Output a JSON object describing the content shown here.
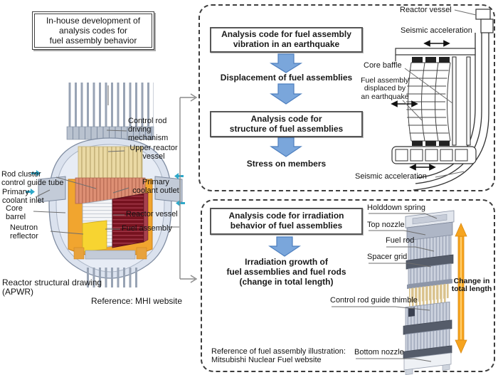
{
  "header": {
    "title": "In-house development of\nanalysis codes for\nfuel assembly behavior"
  },
  "reactor": {
    "labels": {
      "control_rod_driving_mechanism": "Control rod\ndriving\nmechanism",
      "upper_reactor_vessel": "Upper reactor\nvessel",
      "rod_cluster_control_guide_tube": "Rod cluster\ncontrol guide tube",
      "primary_coolant_inlet": "Primary\ncoolant inlet",
      "primary_coolant_outlet": "Primary\ncoolant outlet",
      "core_barrel": "Core\nbarrel",
      "neutron_reflector": "Neutron\nreflector",
      "reactor_vessel": "Reactor vessel",
      "fuel_assembly": "Fuel assembly"
    },
    "caption": "Reactor structural drawing\n(APWR)",
    "reference": "Reference: MHI website"
  },
  "vibration_panel": {
    "code_box_1": "Analysis code for fuel assembly\nvibration in an earthquake",
    "output_1": "Displacement of fuel assemblies",
    "code_box_2": "Analysis code for\nstructure of fuel assemblies",
    "output_2": "Stress on members",
    "schematic": {
      "reactor_vessel": "Reactor vessel",
      "seismic_acceleration_top": "Seismic acceleration",
      "core_baffle": "Core baffle",
      "fuel_assembly_displaced": "Fuel assembly\ndisplaced by\nan earthquake",
      "seismic_acceleration_bottom": "Seismic acceleration"
    }
  },
  "irradiation_panel": {
    "code_box": "Analysis code for irradiation\nbehavior of fuel assemblies",
    "output": "Irradiation growth of\nfuel assemblies and fuel rods\n(change in total length)",
    "assembly_labels": {
      "holddown_spring": "Holddown spring",
      "top_nozzle": "Top nozzle",
      "fuel_rod": "Fuel rod",
      "spacer_grid": "Spacer grid",
      "control_rod_guide_thimble": "Control rod guide thimble",
      "bottom_nozzle": "Bottom nozzle",
      "change_in_total_length": "Change in\ntotal length"
    },
    "reference": "Reference of fuel assembly illustration:\nMitsubishi Nuclear Fuel website"
  },
  "colors": {
    "flow_arrow": "#7AA6DB",
    "flow_arrow_border": "#4E7FBE",
    "change_arrow_orange": "#F6A41F",
    "core_barrel_orange": "#F1A52F",
    "fuel_assembly_red": "#76121F",
    "neutron_reflector_yellow": "#F7D431",
    "coolant_cyan": "#2EA8C9"
  }
}
